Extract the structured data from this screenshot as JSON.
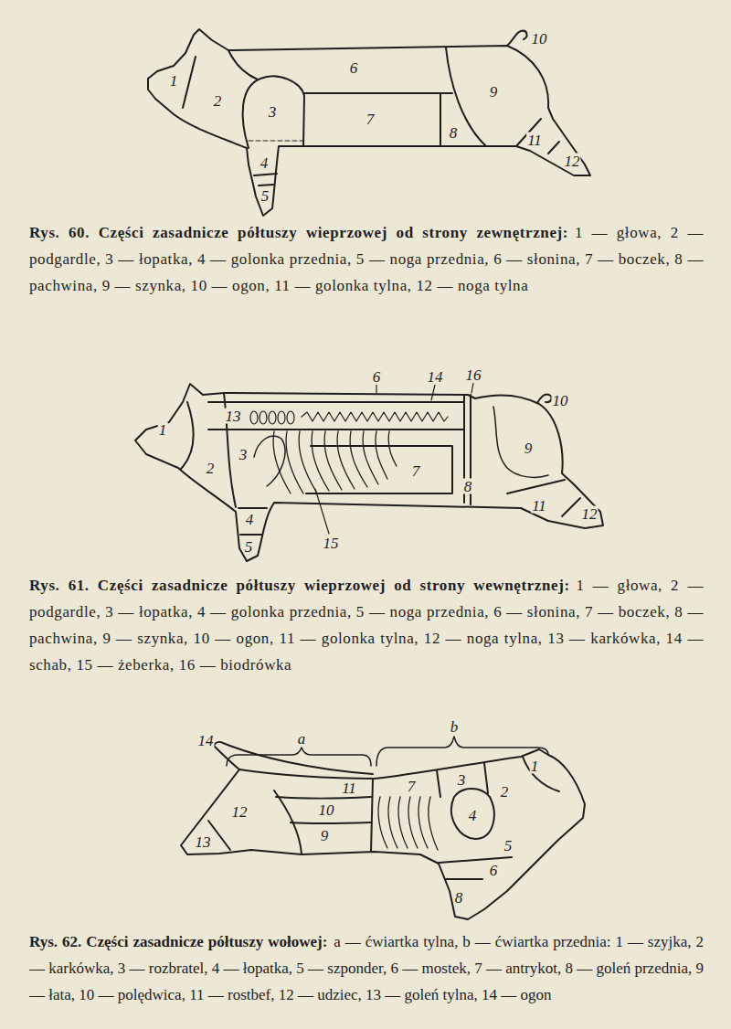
{
  "diagram": {
    "labels": [
      "1",
      "2",
      "3",
      "4",
      "5",
      "6",
      "7",
      "8",
      "9",
      "10",
      "11",
      "12",
      "Rys. 60. Części zasadnicze półtuszy wieprzowej od strony zewnętrznej:",
      "1 — głowa, 2 — podgardle, 3 — łopatka, 4 — golonka przednia, 5 — noga przednia, 6 — słonina, 7 — boczek, 8 — pachwina, 9 — szynka, 10 — ogon, 11 — golonka tylna, 12 — noga tylna",
      "1",
      "2",
      "3",
      "4",
      "5",
      "6",
      "7",
      "8",
      "9",
      "10",
      "11",
      "12",
      "13",
      "14",
      "15",
      "16",
      "Rys. 61. Części zasadnicze półtuszy wieprzowej od strony wewnętrznej:",
      "1 — głowa, 2 — podgardle, 3 — łopatka, 4 — golonka przednia, 5 — noga przednia, 6 — słonina, 7 — boczek, 8 — pachwina, 9 — szynka, 10 — ogon, 11 — golonka tylna, 12 — noga tylna, 13 — karkówka, 14 — schab, 15 — żeberka, 16 — biodrówka",
      "a",
      "b",
      "1",
      "2",
      "3",
      "4",
      "5",
      "6",
      "7",
      "8",
      "9",
      "10",
      "11",
      "12",
      "13",
      "14",
      "Rys. 62. Części zasadnicze półtuszy wołowej:",
      "a — ćwiartka tylna, b — ćwiartka przednia: 1 — szyjka, 2 — karkówka, 3 — rozbratel, 4 — łopatka, 5 — szponder, 6 — mostek, 7 — antrykot, 8 — goleń przednia, 9 — łata, 10 — polędwica, 11 — rostbef, 12 — udziec, 13 — goleń tylna, 14 — ogon"
    ]
  }
}
